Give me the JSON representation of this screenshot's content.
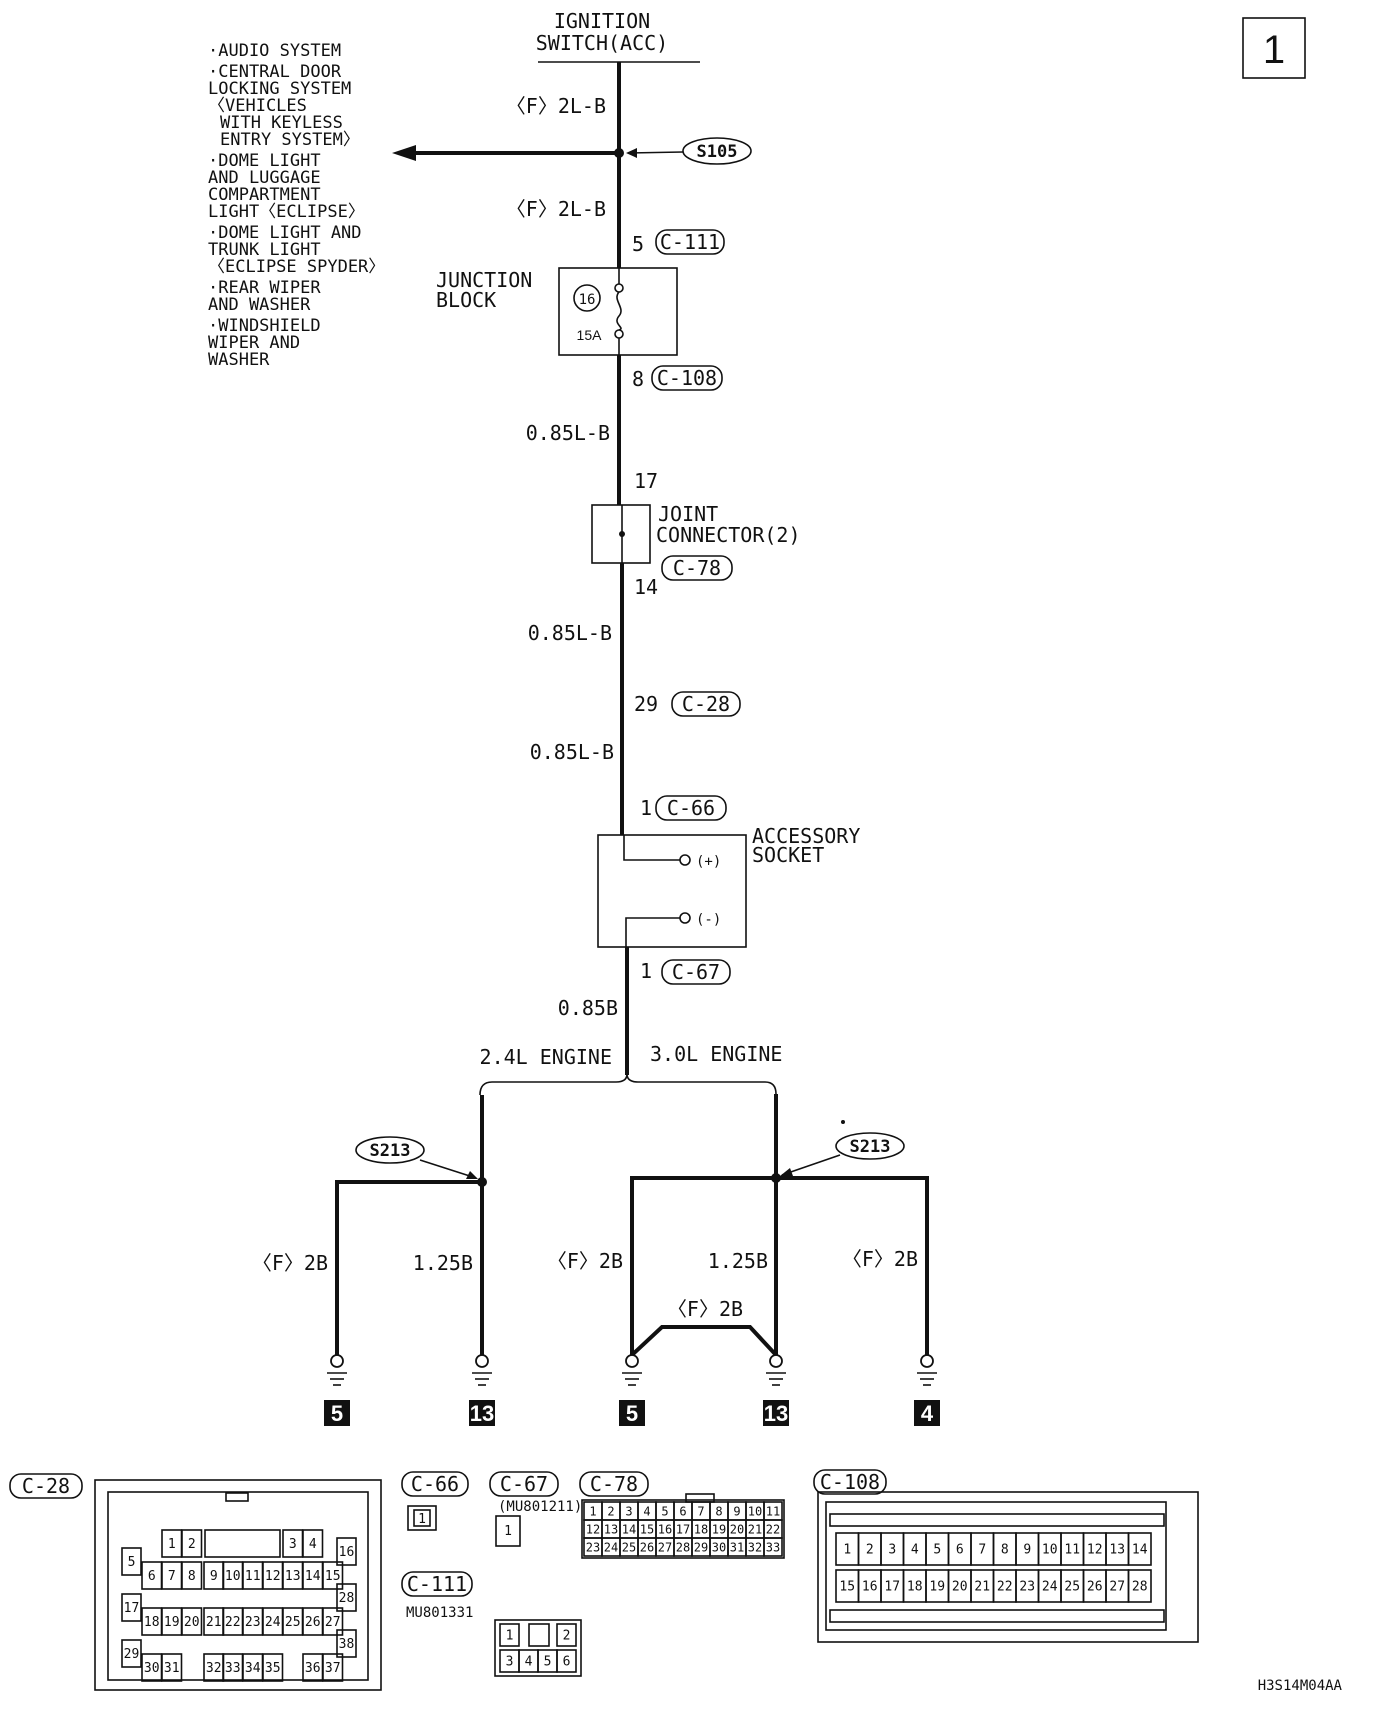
{
  "page_number": "1",
  "power": {
    "line1": "IGNITION",
    "line2": "SWITCH(ACC)"
  },
  "wires": {
    "w1": "〈F〉2L-B",
    "w2": "〈F〉2L-B",
    "w3": "0.85L-B",
    "w4": "0.85L-B",
    "w5": "0.85L-B",
    "w6": "0.85B",
    "g1": "〈F〉2B",
    "g2": "1.25B",
    "g3": "〈F〉2B",
    "g4": "1.25B",
    "g5": "〈F〉2B",
    "g6": "〈F〉2B"
  },
  "splices": {
    "s105": "S105",
    "s213a": "S213",
    "s213b": "S213"
  },
  "branch_list": [
    [
      "·AUDIO SYSTEM"
    ],
    [
      "·CENTRAL DOOR",
      " LOCKING SYSTEM",
      " 〈VEHICLES",
      "  WITH KEYLESS",
      "  ENTRY SYSTEM〉"
    ],
    [
      "·DOME LIGHT",
      " AND LUGGAGE",
      " COMPARTMENT",
      " LIGHT〈ECLIPSE〉"
    ],
    [
      "·DOME LIGHT AND",
      " TRUNK LIGHT",
      " 〈ECLIPSE SPYDER〉"
    ],
    [
      "·REAR WIPER",
      " AND WASHER"
    ],
    [
      "·WINDSHIELD",
      " WIPER AND",
      " WASHER"
    ]
  ],
  "junction_block": {
    "line1": "JUNCTION",
    "line2": "BLOCK",
    "fuse_no": "16",
    "rating": "15A"
  },
  "joint_connector": {
    "line1": "JOINT",
    "line2": "CONNECTOR(2)"
  },
  "accessory_socket": {
    "line1": "ACCESSORY",
    "line2": "SOCKET",
    "plus": "(+)",
    "minus": "(-)"
  },
  "engines": {
    "left": "2.4L ENGINE",
    "right": "3.0L ENGINE"
  },
  "connectors": {
    "c111": {
      "label": "C-111",
      "pin": "5"
    },
    "c108": {
      "label": "C-108",
      "pin": "8"
    },
    "c78": {
      "label": "C-78",
      "pin_in": "17",
      "pin_out": "14"
    },
    "c28": {
      "label": "C-28",
      "pin": "29"
    },
    "c66": {
      "label": "C-66",
      "pin": "1"
    },
    "c67": {
      "label": "C-67",
      "pin": "1"
    }
  },
  "grounds": [
    "5",
    "13",
    "5",
    "13",
    "4"
  ],
  "bottom": {
    "c28": {
      "label": "C-28",
      "pins": [
        "1",
        "2",
        "3",
        "4",
        "5",
        "6",
        "7",
        "8",
        "9",
        "10",
        "11",
        "12",
        "13",
        "14",
        "15",
        "16",
        "17",
        "18",
        "19",
        "20",
        "21",
        "22",
        "23",
        "24",
        "25",
        "26",
        "27",
        "28",
        "29",
        "30",
        "31",
        "32",
        "33",
        "34",
        "35",
        "36",
        "37",
        "38"
      ]
    },
    "c66": {
      "label": "C-66",
      "pin": "1"
    },
    "c67": {
      "label": "C-67",
      "part": "(MU801211)",
      "pin": "1"
    },
    "c78": {
      "label": "C-78",
      "pins": [
        "1",
        "2",
        "3",
        "4",
        "5",
        "6",
        "7",
        "8",
        "9",
        "10",
        "11",
        "12",
        "13",
        "14",
        "15",
        "16",
        "17",
        "18",
        "19",
        "20",
        "21",
        "22",
        "23",
        "24",
        "25",
        "26",
        "27",
        "28",
        "29",
        "30",
        "31",
        "32",
        "33"
      ]
    },
    "c108": {
      "label": "C-108",
      "pins": [
        "1",
        "2",
        "3",
        "4",
        "5",
        "6",
        "7",
        "8",
        "9",
        "10",
        "11",
        "12",
        "13",
        "14",
        "15",
        "16",
        "17",
        "18",
        "19",
        "20",
        "21",
        "22",
        "23",
        "24",
        "25",
        "26",
        "27",
        "28"
      ]
    },
    "c111": {
      "label": "C-111",
      "part": "MU801331",
      "pins": [
        "1",
        "2",
        "3",
        "4",
        "5",
        "6"
      ]
    }
  },
  "figure_code": "H3S14M04AA"
}
